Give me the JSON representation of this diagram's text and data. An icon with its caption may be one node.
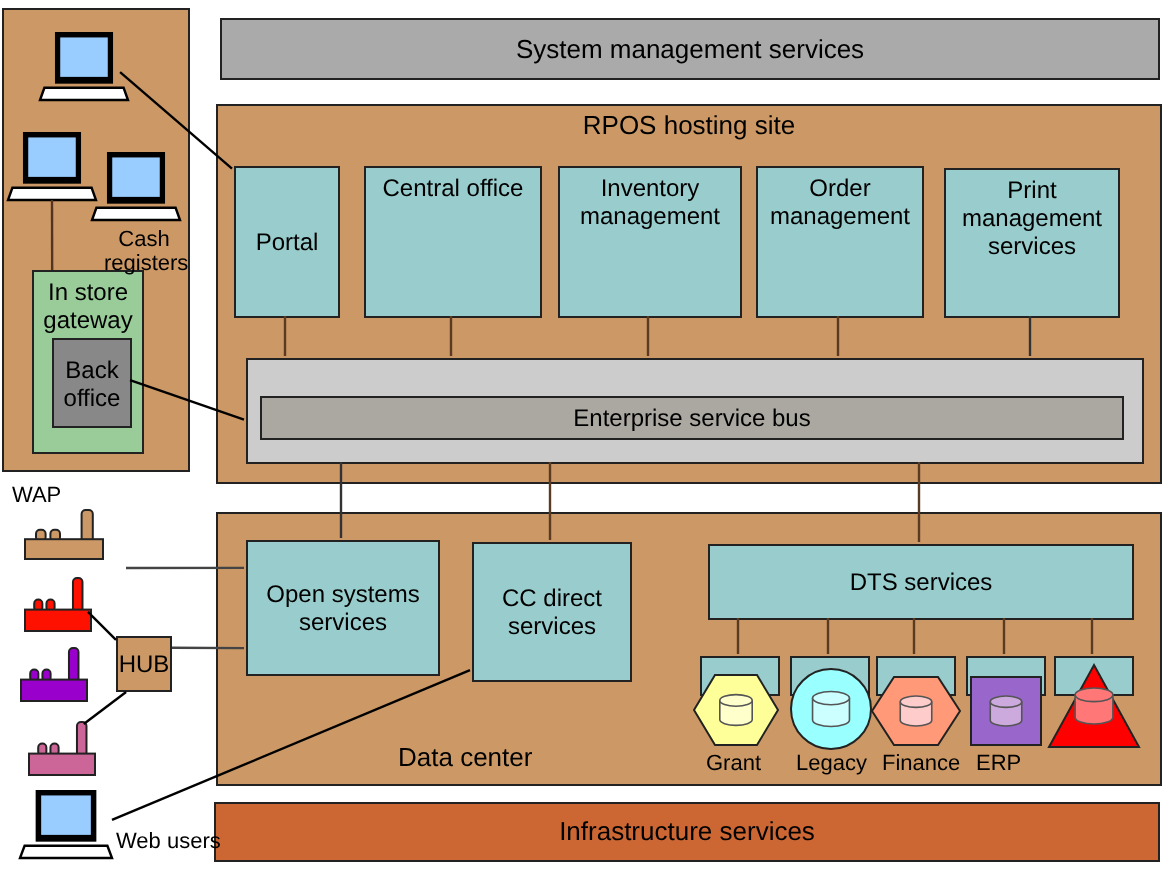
{
  "diagram": {
    "nodes": [
      {
        "text": [],
        "shape": "box"
      },
      {
        "text": [],
        "shape": "computer",
        "in": 0
      },
      {
        "text": [],
        "shape": "computer",
        "in": 0
      },
      {
        "text": [],
        "shape": "computer",
        "in": 0
      },
      {
        "text": [
          "In store gateway"
        ],
        "in": 0
      },
      {
        "text": [
          "Back office"
        ],
        "in": 4
      },
      {
        "text": [
          "System management services"
        ]
      },
      {
        "text": [
          "RPOS hosting site"
        ]
      },
      {
        "text": [
          "Portal"
        ],
        "in": 7
      },
      {
        "text": [
          "Central office"
        ],
        "in": 7
      },
      {
        "text": [
          "Inventory management"
        ],
        "in": 7
      },
      {
        "text": [
          "Order management"
        ],
        "in": 7
      },
      {
        "text": [
          "Print management services"
        ],
        "in": 7
      },
      {
        "text": [],
        "shape": "box",
        "in": 7
      },
      {
        "text": [
          "Enterprise service bus"
        ],
        "in": 13
      },
      {
        "text": [],
        "shape": "building",
        "beside": [
          "WAP"
        ]
      },
      {
        "text": [],
        "shape": "building"
      },
      {
        "text": [],
        "shape": "building"
      },
      {
        "text": [],
        "shape": "building"
      },
      {
        "text": [
          "HUB"
        ]
      },
      {
        "text": [],
        "shape": "computer",
        "beside": [
          "Web users"
        ]
      },
      {
        "text": [
          "Data center"
        ]
      },
      {
        "text": [
          "Open systems services"
        ],
        "in": 21
      },
      {
        "text": [
          "CC direct services"
        ],
        "in": 21
      },
      {
        "text": [
          "DTS services"
        ],
        "in": 21
      },
      {
        "text": [],
        "shape": "box",
        "in": 21
      },
      {
        "text": [],
        "shape": "box",
        "in": 21
      },
      {
        "text": [],
        "shape": "box",
        "in": 21
      },
      {
        "text": [],
        "shape": "box",
        "in": 21
      },
      {
        "text": [],
        "shape": "box",
        "in": 21
      },
      {
        "text": [],
        "shape": "hexagon",
        "in": 21,
        "beside": [
          "Grant"
        ]
      },
      {
        "text": [],
        "shape": "circle",
        "in": 21,
        "beside": [
          "Legacy"
        ]
      },
      {
        "text": [],
        "shape": "hexagon",
        "in": 21,
        "beside": [
          "Finance"
        ]
      },
      {
        "text": [],
        "shape": "box",
        "in": 21,
        "beside": [
          "ERP"
        ]
      },
      {
        "text": [],
        "shape": "triangle",
        "in": 21
      },
      {
        "text": [
          "Infrastructure services"
        ]
      }
    ],
    "edges": [
      {
        "from": 1,
        "to": 8,
        "arrow": "none"
      },
      {
        "from": 2,
        "to": 4,
        "arrow": "none"
      },
      {
        "from": 5,
        "to": 13,
        "arrow": "none"
      },
      {
        "from": 8,
        "to": 13,
        "arrow": "none"
      },
      {
        "from": 9,
        "to": 13,
        "arrow": "none"
      },
      {
        "from": 10,
        "to": 13,
        "arrow": "none"
      },
      {
        "from": 11,
        "to": 13,
        "arrow": "none"
      },
      {
        "from": 12,
        "to": 13,
        "arrow": "none"
      },
      {
        "from": 13,
        "to": 22,
        "arrow": "none"
      },
      {
        "from": 13,
        "to": 23,
        "arrow": "none"
      },
      {
        "from": 13,
        "to": 24,
        "arrow": "none"
      },
      {
        "from": null,
        "to": 22,
        "arrow": "none"
      },
      {
        "from": 19,
        "to": 22,
        "arrow": "none"
      },
      {
        "from": 16,
        "to": 19,
        "arrow": "none"
      },
      {
        "from": 18,
        "to": 19,
        "arrow": "none"
      },
      {
        "from": 20,
        "to": 23,
        "arrow": "none"
      },
      {
        "from": 24,
        "to": 25,
        "arrow": "none"
      },
      {
        "from": 24,
        "to": 26,
        "arrow": "none"
      },
      {
        "from": 24,
        "to": 27,
        "arrow": "none"
      },
      {
        "from": 24,
        "to": 28,
        "arrow": "none"
      },
      {
        "from": 24,
        "to": 29,
        "arrow": "none"
      }
    ],
    "labels": [
      "Cash registers"
    ]
  }
}
